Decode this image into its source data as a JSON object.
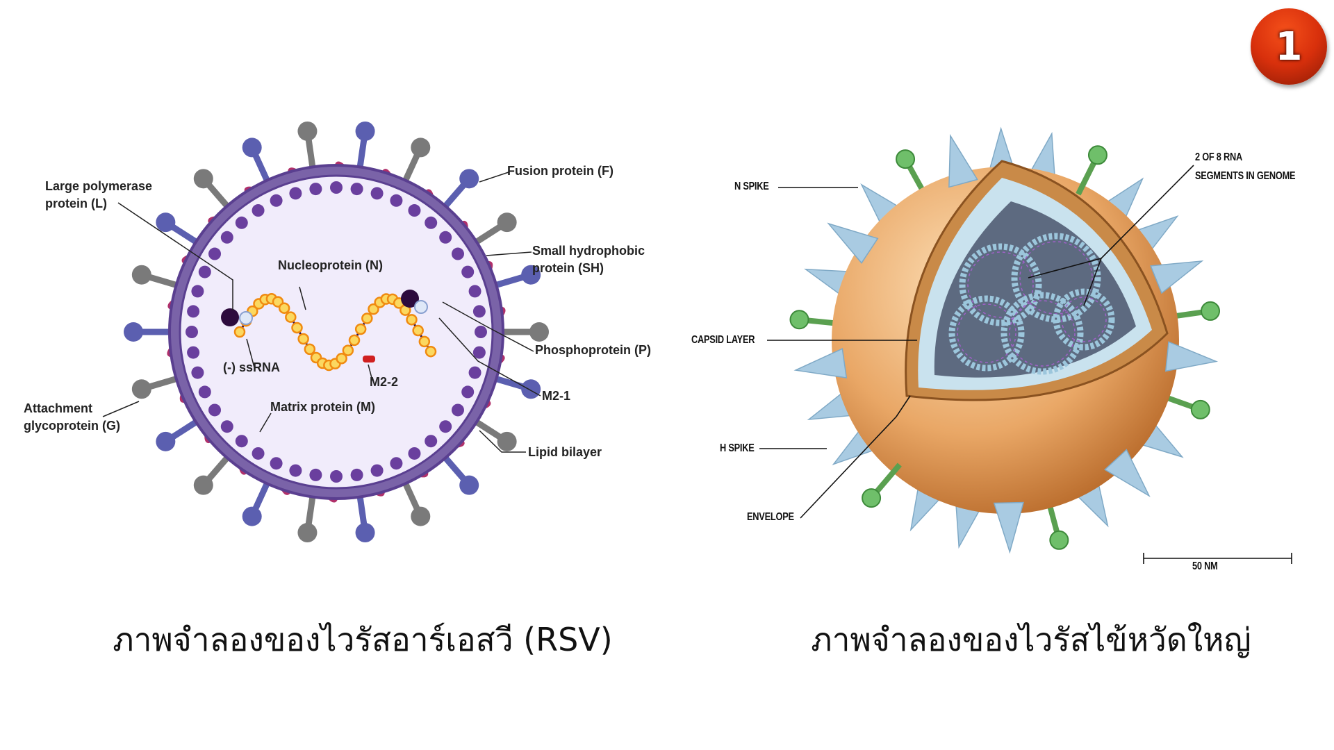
{
  "badge": {
    "number": "1"
  },
  "rsv": {
    "caption": "ภาพจำลองของไวรัสอาร์เอสวี (RSV)",
    "labels": {
      "large_polymerase_1": "Large polymerase",
      "large_polymerase_2": "protein (L)",
      "fusion": "Fusion protein (F)",
      "small_hydrophobic_1": "Small hydrophobic",
      "small_hydrophobic_2": "protein (SH)",
      "nucleoprotein": "Nucleoprotein (N)",
      "phosphoprotein": "Phosphoprotein (P)",
      "ssrna": "(-) ssRNA",
      "m22": "M2-2",
      "m21": "M2-1",
      "attachment_1": "Attachment",
      "attachment_2": "glycoprotein (G)",
      "matrix": "Matrix protein (M)",
      "lipid": "Lipid bilayer"
    },
    "colors": {
      "membrane": "#6b4fa0",
      "interior": "#f1ecfb",
      "matrix": "#6a3f9e",
      "g_protein": "#5b5fb0",
      "f_protein": "#7a7a7a",
      "sh_protein": "#b0306a",
      "nucleo": "#f2b830"
    }
  },
  "flu": {
    "caption": "ภาพจำลองของไวรัสไข้หวัดใหญ่",
    "labels": {
      "n_spike": "N SPIKE",
      "rna_1": "2 OF 8 RNA",
      "rna_2": "SEGMENTS IN GENOME",
      "capsid": "CAPSID LAYER",
      "h_spike": "H SPIKE",
      "envelope": "ENVELOPE",
      "scale": "50 NM"
    },
    "colors": {
      "envelope": "#e9a766",
      "h_spike": "#a9cbe2",
      "n_spike": "#6fbf6a",
      "capsid": "#c9e2ee",
      "core": "#5d6a80"
    }
  }
}
